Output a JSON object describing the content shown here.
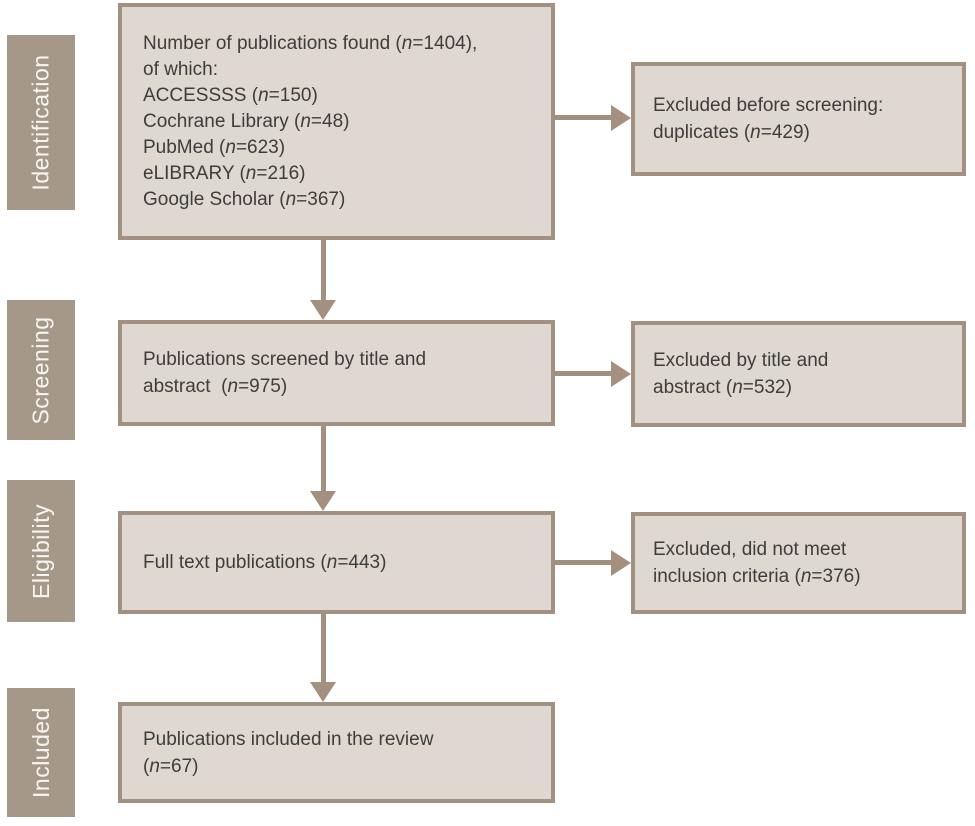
{
  "palette": {
    "band": "#a69889",
    "band_text": "#f8f6f3",
    "box_fill": "#ded8d0",
    "box_border": "#a29180",
    "arrow": "#a3907f",
    "text": "#3e3d3c",
    "background": "#ffffff"
  },
  "stages": [
    {
      "label": "Identification"
    },
    {
      "label": "Screening"
    },
    {
      "label": "Eligibility"
    },
    {
      "label": "Included"
    }
  ],
  "flow": {
    "main_boxes": [
      {
        "lines": [
          "Number of publications found (n=1404),",
          "of which:",
          "ACCESSSS (n=150)",
          "Cochrane Library (n=48)",
          "PubMed (n=623)",
          "eLIBRARY (n=216)",
          "Google Scholar (n=367)"
        ]
      },
      {
        "lines": [
          "Publications screened by title and",
          "abstract  (n=975)"
        ]
      },
      {
        "lines": [
          "Full text publications (n=443)"
        ]
      },
      {
        "lines": [
          "Publications included in the review",
          "(n=67)"
        ]
      }
    ],
    "side_boxes": [
      {
        "lines": [
          "Excluded before screening:",
          "duplicates (n=429)"
        ]
      },
      {
        "lines": [
          "Excluded by title and",
          "abstract (n=532)"
        ]
      },
      {
        "lines": [
          "Excluded, did not meet",
          "inclusion criteria (n=376)"
        ]
      }
    ]
  }
}
